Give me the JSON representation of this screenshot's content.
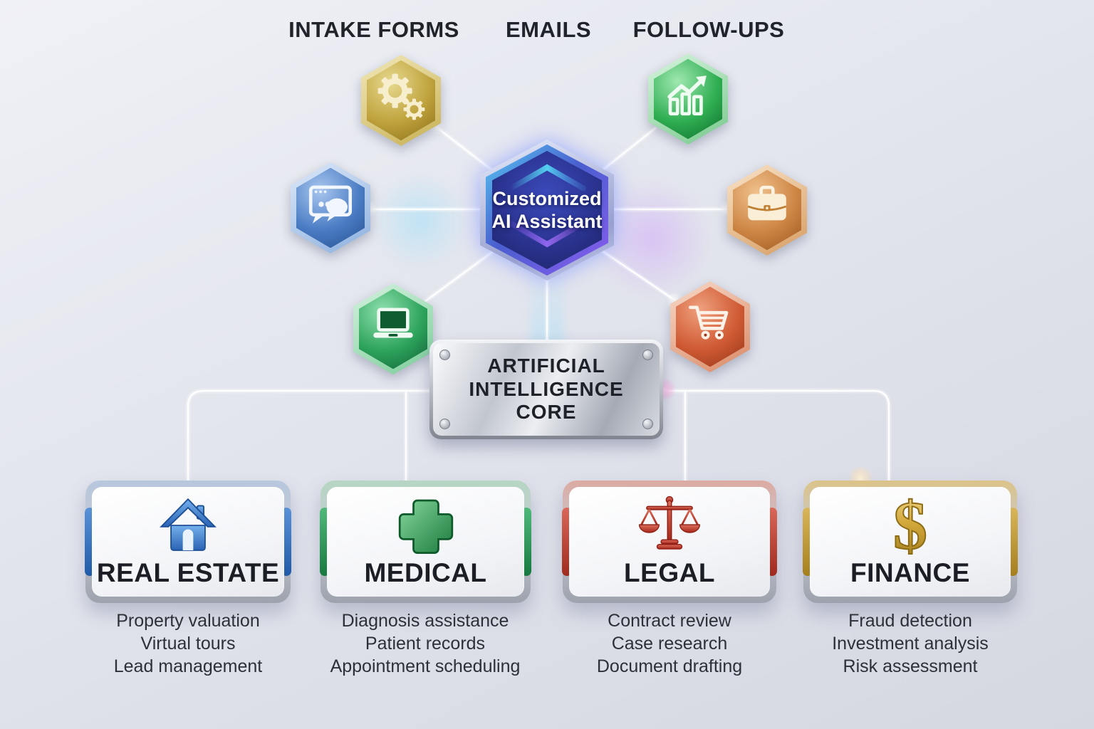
{
  "header": {
    "labels": [
      "INTAKE FORMS",
      "EMAILS",
      "FOLLOW-UPS"
    ]
  },
  "center_hexagon": {
    "line1": "Customized",
    "line2": "AI Assistant",
    "colors": {
      "fill": "#2a338f",
      "glow_cyan": "#56c9f1",
      "glow_purple": "#8a5cf0"
    }
  },
  "ai_core": {
    "line1": "ARTIFICIAL",
    "line2": "INTELLIGENCE",
    "line3": "CORE",
    "color": "#c9ccd4"
  },
  "satellites": [
    {
      "icon": "gears-icon",
      "color": "#b89a2e"
    },
    {
      "icon": "bar-chart-icon",
      "color": "#1f9e46"
    },
    {
      "icon": "chat-window-icon",
      "color": "#3a6fc0"
    },
    {
      "icon": "briefcase-icon",
      "color": "#c27b3a"
    },
    {
      "icon": "laptop-icon",
      "color": "#28a05a"
    },
    {
      "icon": "shopping-cart-icon",
      "color": "#bf4a26"
    }
  ],
  "industries": [
    {
      "label": "REAL ESTATE",
      "icon": "house-icon",
      "accent": "#2e6fc3",
      "features": [
        "Property valuation",
        "Virtual tours",
        "Lead management"
      ]
    },
    {
      "label": "MEDICAL",
      "icon": "medical-cross-icon",
      "accent": "#2e9e55",
      "features": [
        "Diagnosis assistance",
        "Patient records",
        "Appointment scheduling"
      ]
    },
    {
      "label": "LEGAL",
      "icon": "justice-scales-icon",
      "accent": "#c23a2c",
      "features": [
        "Contract review",
        "Case research",
        "Document drafting"
      ]
    },
    {
      "label": "FINANCE",
      "icon": "dollar-sign-icon",
      "accent": "#c8a03c",
      "features": [
        "Fraud detection",
        "Investment analysis",
        "Risk assessment"
      ]
    }
  ]
}
